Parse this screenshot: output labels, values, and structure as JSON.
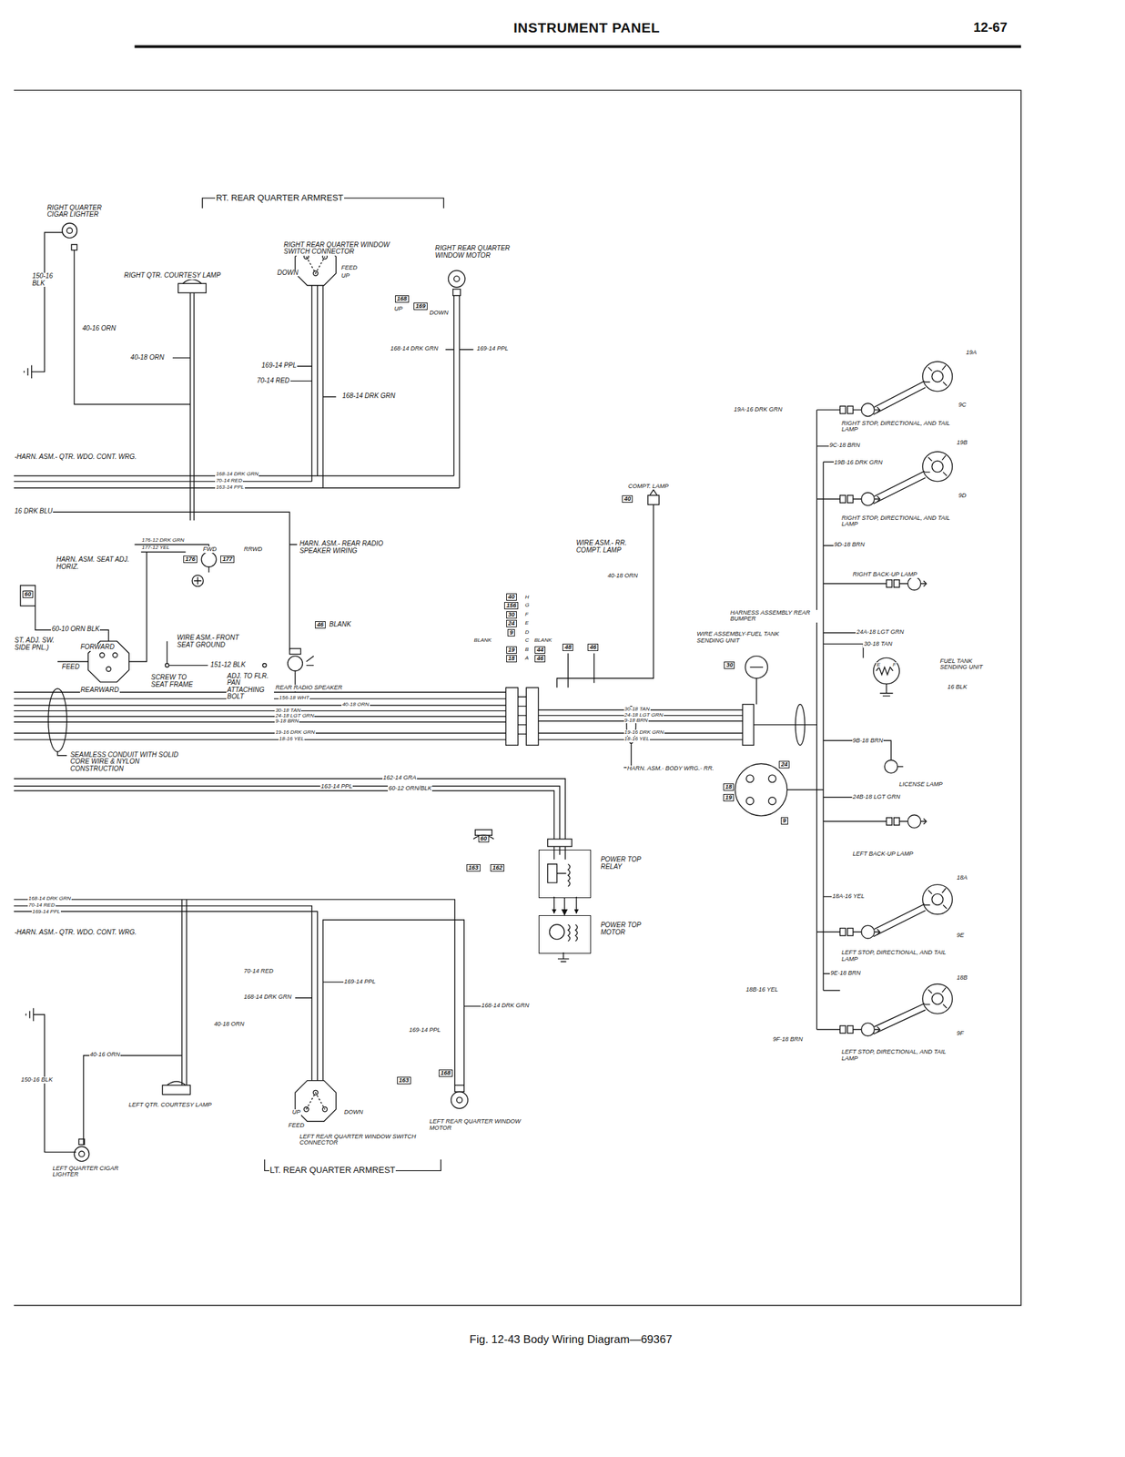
{
  "diagram": {
    "title": "INSTRUMENT PANEL",
    "caption": "Fig. 12-43 Body Wiring Diagram—69367",
    "nodes": [
      {
        "text": [
          "168"
        ]
      },
      {
        "text": [
          "169"
        ]
      },
      {
        "text": [
          "176"
        ]
      },
      {
        "text": [
          "177"
        ]
      },
      {
        "text": [
          "60"
        ]
      },
      {
        "text": [
          "46"
        ]
      },
      {
        "text": [
          "40"
        ]
      },
      {
        "text": [
          "40"
        ]
      },
      {
        "text": [
          "156"
        ]
      },
      {
        "text": [
          "30"
        ]
      },
      {
        "text": [
          "24"
        ]
      },
      {
        "text": [
          "9"
        ]
      },
      {
        "text": [
          "19"
        ]
      },
      {
        "text": [
          "18"
        ]
      },
      {
        "text": [
          "44"
        ]
      },
      {
        "text": [
          "46"
        ]
      },
      {
        "text": [
          "48"
        ]
      },
      {
        "text": [
          "46"
        ]
      },
      {
        "text": [
          "30"
        ]
      },
      {
        "text": [
          "24"
        ]
      },
      {
        "text": [
          "18"
        ]
      },
      {
        "text": [
          "19"
        ]
      },
      {
        "text": [
          "9"
        ]
      },
      {
        "text": [
          "60"
        ]
      },
      {
        "text": [
          "163"
        ]
      },
      {
        "text": [
          "162"
        ]
      },
      {
        "text": [
          "POWER TOP RELAY"
        ]
      },
      {
        "text": [
          "POWER TOP MOTOR"
        ]
      },
      {
        "text": [
          "163"
        ]
      },
      {
        "text": [
          "168"
        ]
      }
    ],
    "edges": [
      {
        "from": 26,
        "to": 27,
        "arrow": "to"
      }
    ],
    "labels": [
      "12-67",
      "RT. REAR QUARTER ARMREST",
      "RIGHT QUARTER CIGAR LIGHTER",
      "150-16 BLK",
      "40-16 ORN",
      "RIGHT QTR. COURTESY LAMP",
      "40-18 ORN",
      "RIGHT REAR QUARTER WINDOW SWITCH CONNECTOR",
      "DOWN",
      "FEED",
      "UP",
      "RIGHT REAR QUARTER WINDOW MOTOR",
      "UP",
      "DOWN",
      "168-14 DRK GRN",
      "169-14 PPL",
      "169-14 PPL",
      "70-14 RED",
      "168-14 DRK GRN",
      "-HARN. ASM.- QTR. WDO. CONT. WRG.",
      "168-14 DRK GRN",
      "70-14 RED",
      "163-14 PPL",
      "16 DRK BLU",
      "176-12 DRK GRN",
      "177-12 YEL",
      "HARN. ASM. SEAT ADJ. HORIZ.",
      "FWD",
      "RRWD",
      "HARN. ASM.- REAR RADIO SPEAKER WIRING",
      "60-10 ORN BLK",
      "FORWARD",
      "ST. ADJ. SW. SIDE PNL.)",
      "FEED",
      "REARWARD",
      "WIRE ASM.- FRONT SEAT GROUND",
      "151-12 BLK",
      "SCREW TO SEAT FRAME",
      "ADJ. TO FLR. PAN ATTACHING BOLT",
      "BLANK",
      "REAR RADIO SPEAKER",
      "156-18 WHT",
      "40-18 ORN",
      "30-18 TAN",
      "24-18 LGT GRN",
      "9-18 BRN",
      "19-16 DRK GRN",
      "18-16 YEL",
      "SEAMLESS CONDUIT WITH SOLID CORE WIRE & NYLON CONSTRUCTION",
      "162-14 GRA",
      "163-14 PPL",
      "60-12 ORN/BLK",
      "COMPT. LAMP",
      "WIRE ASM.- RR. COMPT. LAMP",
      "40-18 ORN",
      "H",
      "G",
      "F",
      "E",
      "D",
      "C",
      "B",
      "A",
      "BLANK",
      "BLANK",
      "30-18 TAN",
      "24-18 LGT GRN",
      "9-18 BRN",
      "19-16 DRK GRN",
      "18-16 YEL",
      "HARN. ASM.- BODY WRG.- RR.",
      "HARNESS ASSEMBLY REAR BUMPER",
      "WIRE ASSEMBLY-FUEL TANK SENDING UNIT",
      "19A",
      "19A-16 DRK GRN",
      "9C",
      "RIGHT STOP, DIRECTIONAL, AND TAIL LAMP",
      "9C-18 BRN",
      "19B",
      "19B-16 DRK GRN",
      "9D",
      "RIGHT STOP, DIRECTIONAL, AND TAIL LAMP",
      "9D-18 BRN",
      "RIGHT BACK-UP LAMP",
      "24A-18 LGT GRN",
      "30-18 TAN",
      "E",
      "F",
      "FUEL TANK SENDING UNIT",
      "16 BLK",
      "9B-18 BRN",
      "LICENSE LAMP",
      "24B-18 LGT GRN",
      "LEFT BACK-UP LAMP",
      "18A",
      "18A-16 YEL",
      "9E",
      "LEFT STOP, DIRECTIONAL, AND TAIL LAMP",
      "9E-18 BRN",
      "18B",
      "18B-16 YEL",
      "9F",
      "9F-18 BRN",
      "LEFT STOP, DIRECTIONAL, AND TAIL LAMP",
      "168-14 DRK GRN",
      "70-14 RED",
      "169-14 PPL",
      "-HARN. ASM.- QTR. WDO. CONT. WRG.",
      "70-14 RED",
      "169-14 PPL",
      "168-14 DRK GRN",
      "40-18 ORN",
      "168-14 DRK GRN",
      "169-14 PPL",
      "40-16 ORN",
      "150-16 BLK",
      "LEFT QTR. COURTESY LAMP",
      "UP",
      "DOWN",
      "FEED",
      "LEFT REAR QUARTER WINDOW SWITCH CONNECTOR",
      "LEFT REAR QUARTER WINDOW MOTOR",
      "LEFT QUARTER CIGAR LIGHTER",
      "LT. REAR QUARTER ARMREST"
    ]
  }
}
